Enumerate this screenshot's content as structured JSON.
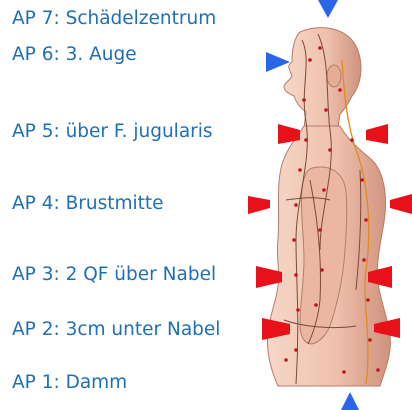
{
  "colors": {
    "label_text": "#1f6fb5",
    "marker_red": "#e8111a",
    "marker_blue": "#2a67e8",
    "skin": "#f1c5b2",
    "skin_shadow": "#c98f7c",
    "meridian_line": "#7a4a3a",
    "meridian_orange": "#e08a22",
    "point_red": "#c0141c"
  },
  "labels": [
    {
      "id": "ap7",
      "text": "AP 7: Schädelzentrum"
    },
    {
      "id": "ap6",
      "text": "AP 6: 3. Auge"
    },
    {
      "id": "ap5",
      "text": "AP 5: über F. jugularis"
    },
    {
      "id": "ap4",
      "text": "AP 4: Brustmitte"
    },
    {
      "id": "ap3",
      "text": "AP 3: 2 QF über Nabel"
    },
    {
      "id": "ap2",
      "text": "AP 2: 3cm unter Nabel"
    },
    {
      "id": "ap1",
      "text": "AP 1: Damm"
    }
  ],
  "illustration": {
    "subject": "acupuncture-figure-side-view-icon"
  }
}
